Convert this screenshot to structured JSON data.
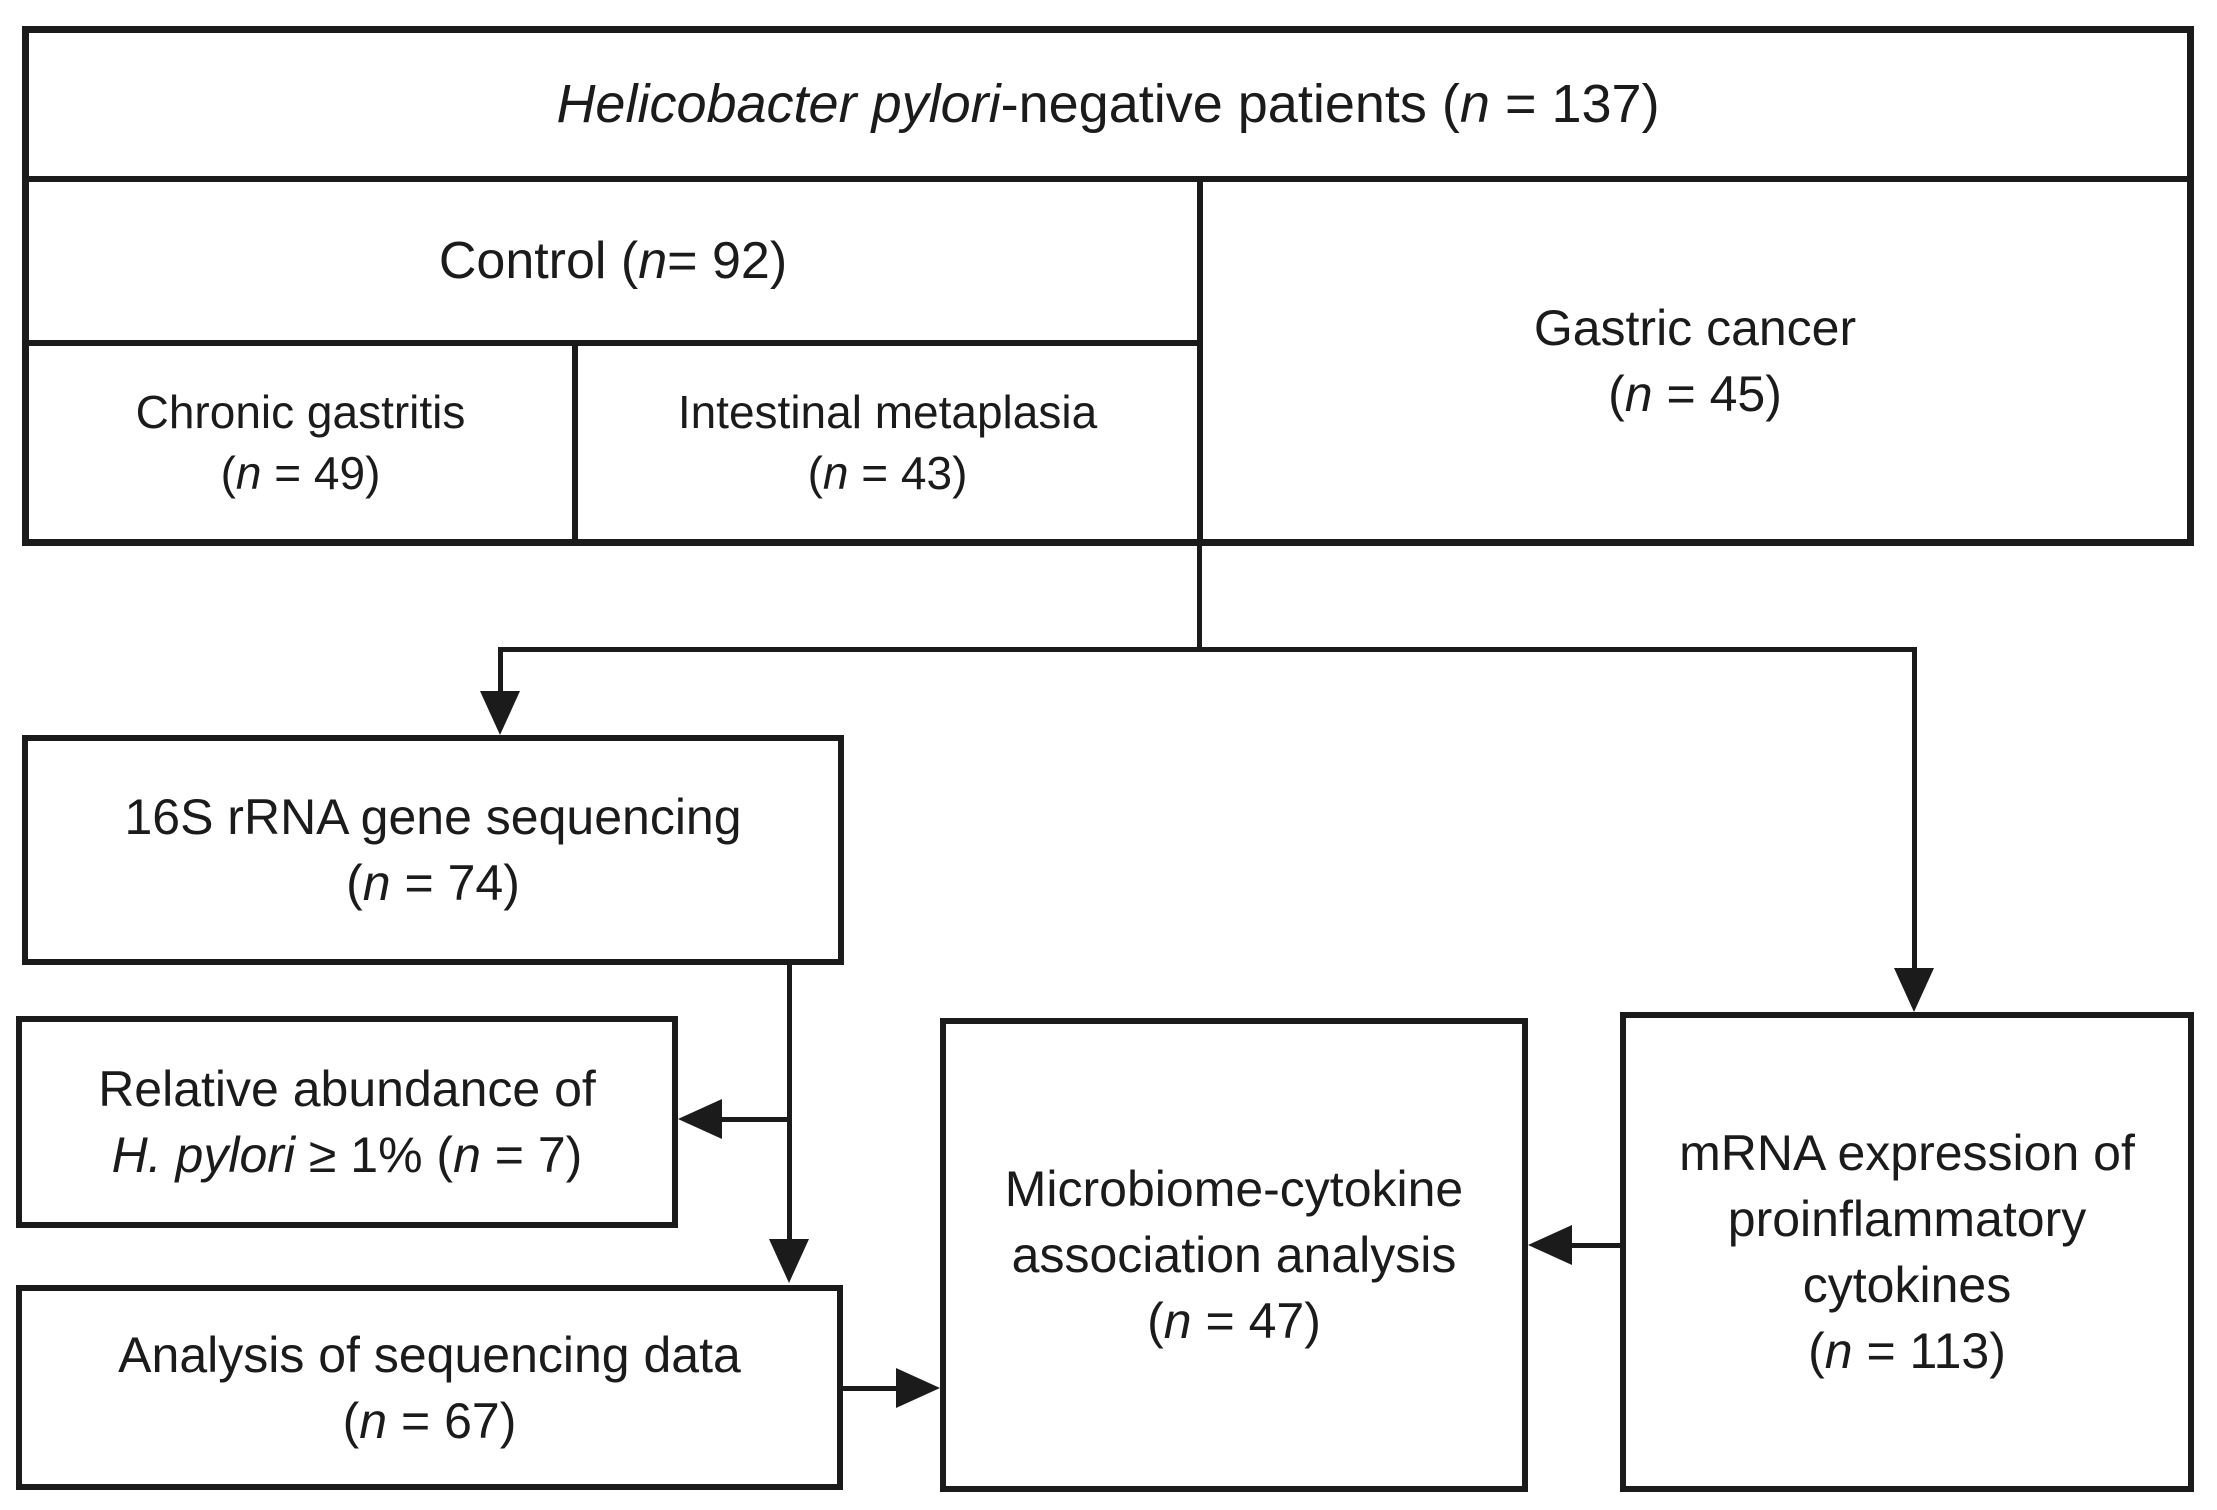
{
  "figure": {
    "table": {
      "header": {
        "italic": "Helicobacter pylori",
        "rest": "-negative patients (",
        "n": "n",
        "count": " = 137)"
      },
      "control": {
        "pre": "Control (",
        "n": "n",
        "count": "= 92)"
      },
      "gastric_cancer": {
        "line1": "Gastric cancer",
        "open": "(",
        "n": "n",
        "count": " = 45)"
      },
      "chronic_gastritis": {
        "line1": "Chronic gastritis",
        "open": "(",
        "n": "n",
        "count": " = 49)"
      },
      "intestinal_metaplasia": {
        "line1": "Intestinal metaplasia",
        "open": "(",
        "n": "n",
        "count": " = 43)"
      }
    },
    "boxes": {
      "sequencing": {
        "line1": "16S rRNA gene sequencing",
        "open": "(",
        "n": "n",
        "count": " = 74)"
      },
      "abundance": {
        "line1": "Relative abundance of",
        "italic": "H. pylori",
        "mid": " ≥ 1% (",
        "n": "n",
        "count": " = 7)"
      },
      "analysis": {
        "line1": "Analysis of sequencing data",
        "open": "(",
        "n": "n",
        "count": " = 67)"
      },
      "microbiome": {
        "line1": "Microbiome-cytokine",
        "line2": "association analysis",
        "open": "(",
        "n": "n",
        "count": " = 47)"
      },
      "mrna": {
        "line1": "mRNA expression of",
        "line2": "proinflammatory",
        "line3": "cytokines",
        "open": "(",
        "n": "n",
        "count": " = 113)"
      }
    },
    "colors": {
      "ink": "#1b1b1b",
      "background": "#ffffff"
    }
  }
}
